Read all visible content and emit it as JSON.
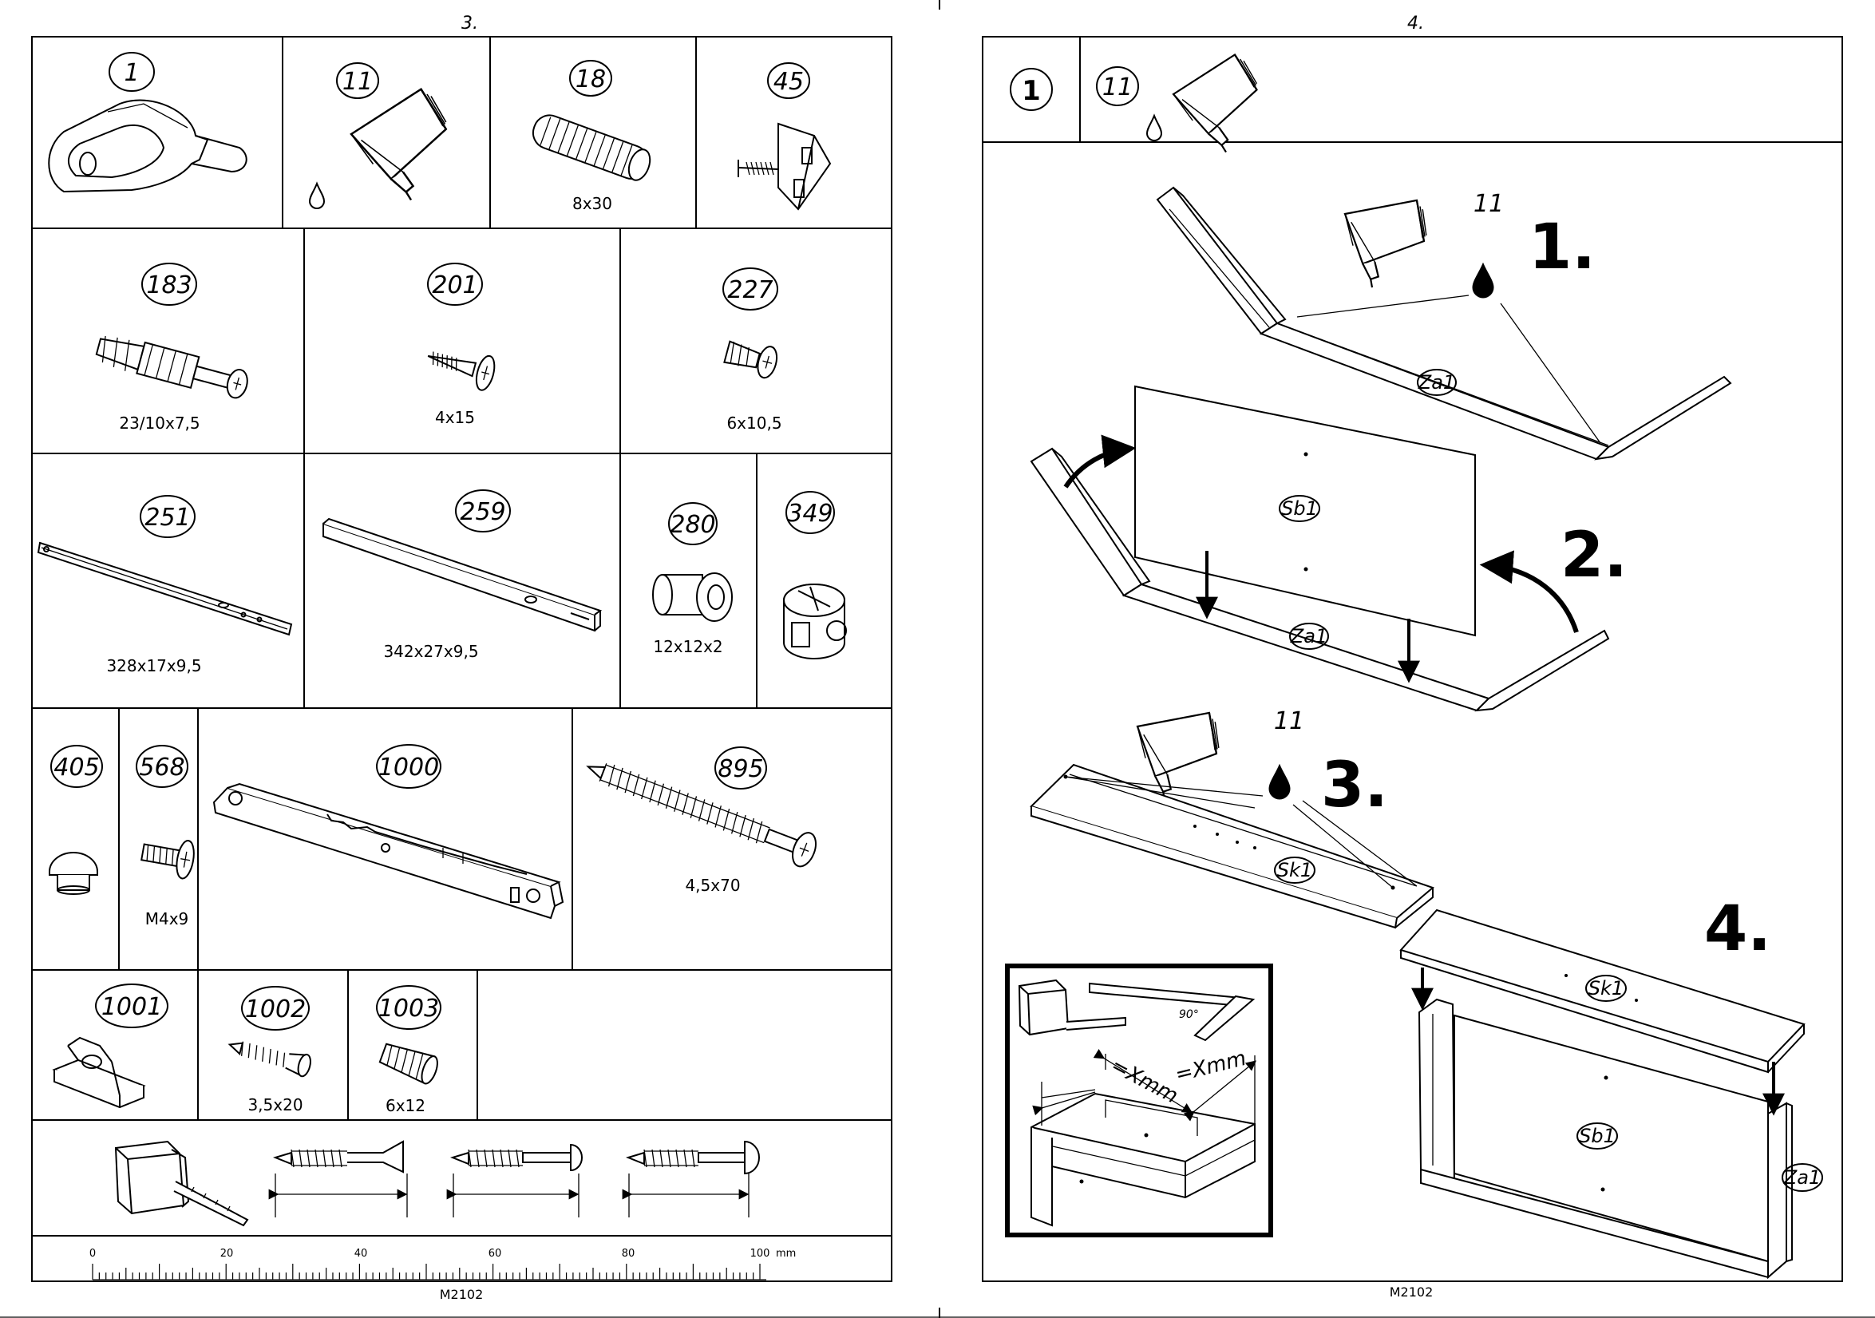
{
  "page_left": {
    "page_number": "3.",
    "code": "M2102",
    "parts": [
      {
        "id": "1",
        "size": ""
      },
      {
        "id": "11",
        "size": ""
      },
      {
        "id": "18",
        "size": "8x30"
      },
      {
        "id": "45",
        "size": ""
      },
      {
        "id": "183",
        "size": "23/10x7,5"
      },
      {
        "id": "201",
        "size": "4x15"
      },
      {
        "id": "227",
        "size": "6x10,5"
      },
      {
        "id": "251",
        "size": "328x17x9,5"
      },
      {
        "id": "259",
        "size": "342x27x9,5"
      },
      {
        "id": "280",
        "size": "12x12x2"
      },
      {
        "id": "349",
        "size": ""
      },
      {
        "id": "405",
        "size": ""
      },
      {
        "id": "568",
        "size": "M4x9"
      },
      {
        "id": "1000",
        "size": ""
      },
      {
        "id": "895",
        "size": "4,5x70"
      },
      {
        "id": "1001",
        "size": ""
      },
      {
        "id": "1002",
        "size": "3,5x20"
      },
      {
        "id": "1003",
        "size": "6x12"
      }
    ],
    "ruler": {
      "labels": [
        "0",
        "20",
        "40",
        "60",
        "80",
        "100"
      ],
      "unit": "mm"
    }
  },
  "page_right": {
    "page_number": "4.",
    "code": "M2102",
    "header_parts": [
      {
        "id": "1",
        "style": "bold"
      },
      {
        "id": "11",
        "style": "italic"
      }
    ],
    "steps": [
      "1.",
      "2.",
      "3.",
      "4."
    ],
    "part_labels": {
      "glue": "11",
      "za1": "Za1",
      "sb1": "Sb1",
      "sk1": "Sk1"
    },
    "inset": {
      "measure_1": "=Xmm",
      "measure_2": "=Xmm",
      "angle": "90°"
    }
  }
}
